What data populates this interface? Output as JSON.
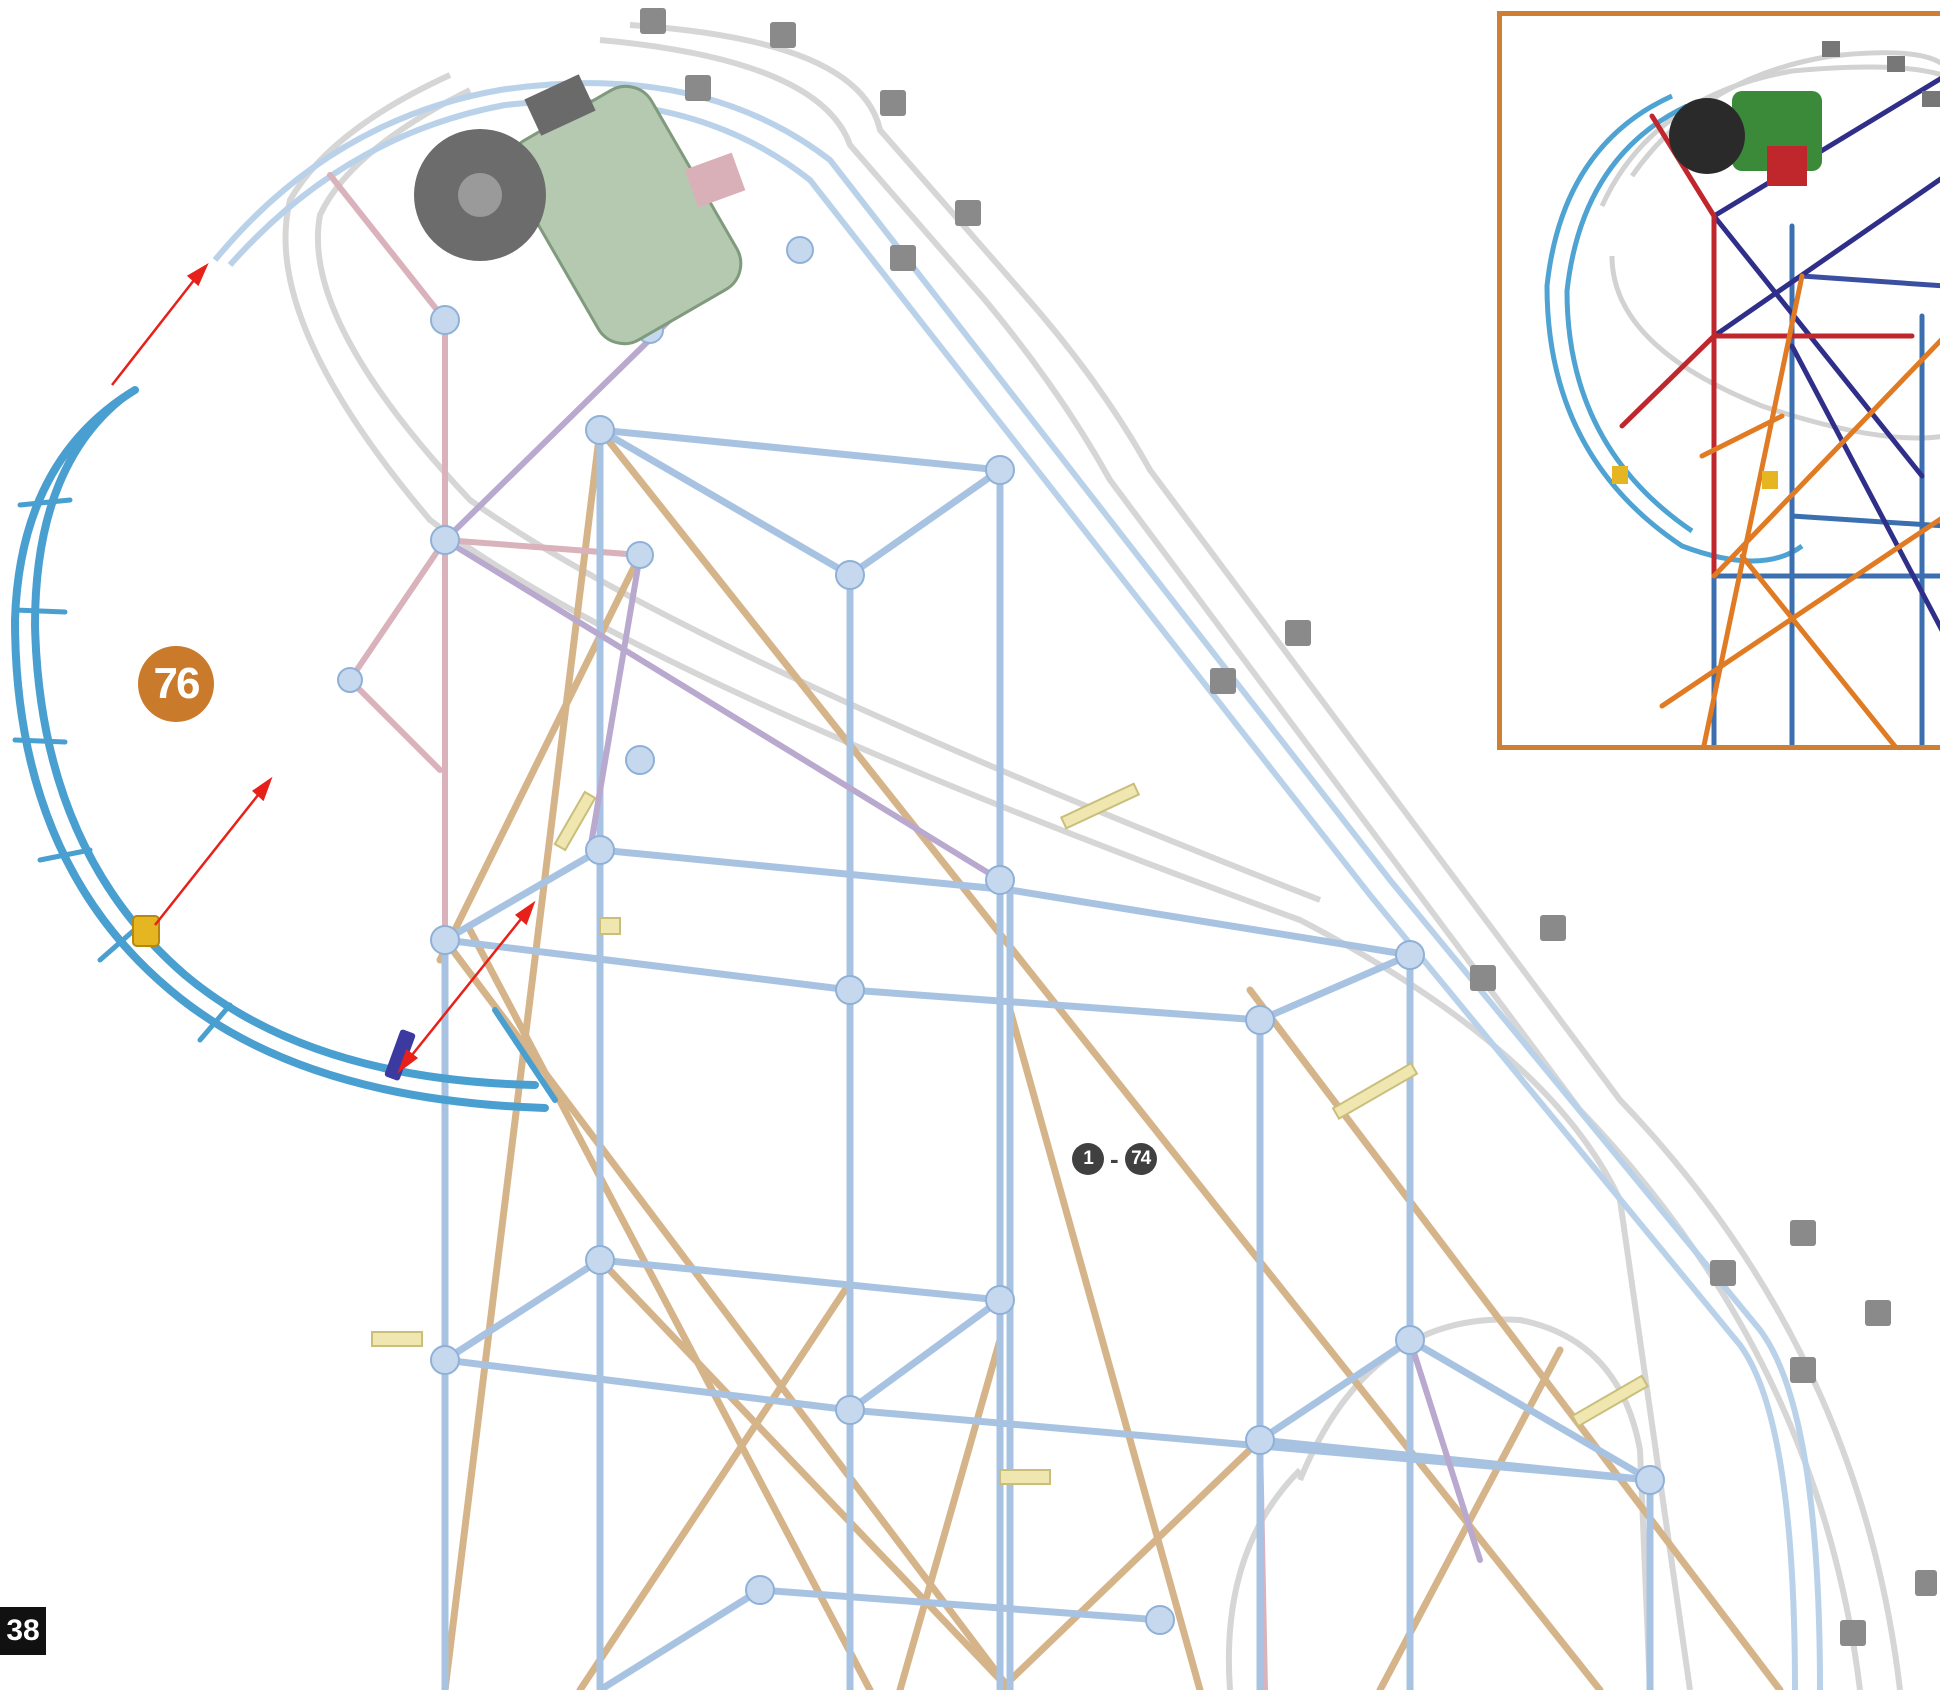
{
  "page": {
    "number": "38"
  },
  "step": {
    "number": "76",
    "badge_color": "#c97a2a"
  },
  "prior_steps": {
    "from": "1",
    "to": "74"
  },
  "inset": {
    "border_color": "#cf7f33"
  },
  "colors": {
    "track_new": "#4a9fd1",
    "track_ghost": "#d4d4d4",
    "frame_blue": "#a9c4e3",
    "frame_tan": "#d9b88f",
    "frame_pink": "#d9b0b8",
    "arrow": "#e8201a"
  }
}
